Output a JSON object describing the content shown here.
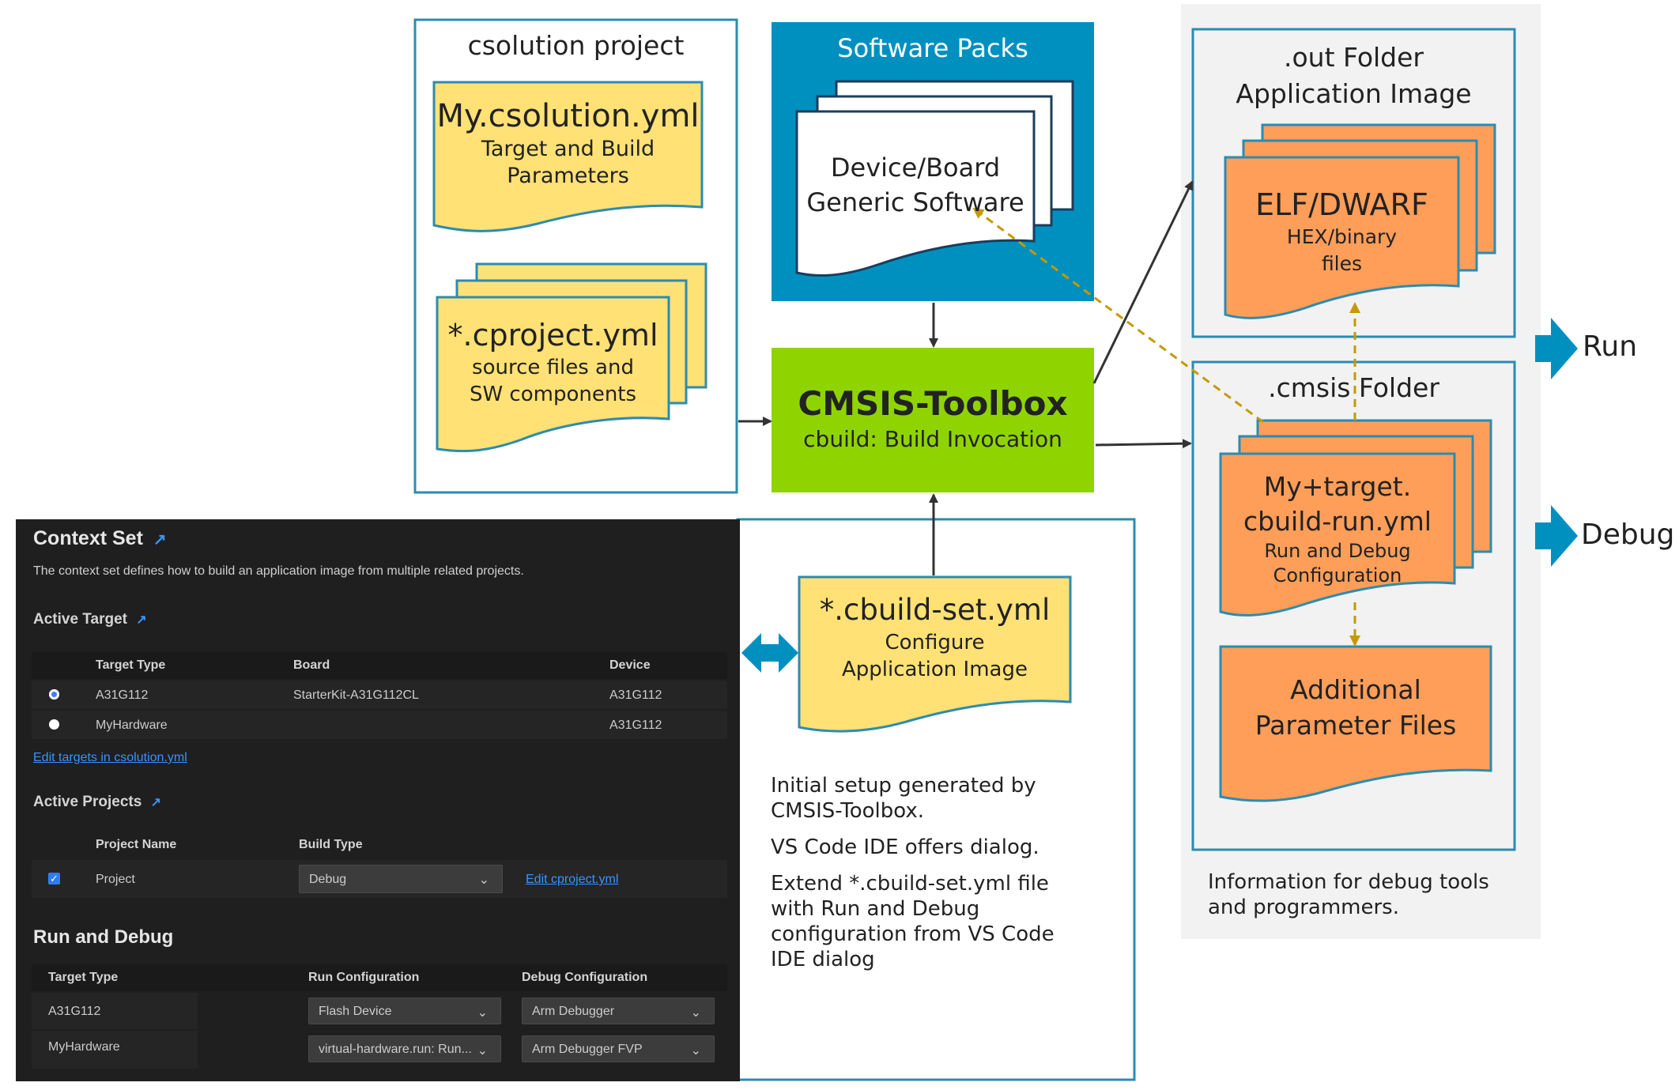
{
  "csolution": {
    "title": "csolution project",
    "doc1": {
      "title": "My.csolution.yml",
      "line1": "Target and Build",
      "line2": "Parameters"
    },
    "doc2": {
      "title": "*.cproject.yml",
      "line1": "source files and",
      "line2": "SW components"
    }
  },
  "packs": {
    "title": "Software Packs",
    "line1": "Device/Board",
    "line2": "Generic Software"
  },
  "toolbox": {
    "title": "CMSIS-Toolbox",
    "subtitle": "cbuild: Build Invocation"
  },
  "cbuildset": {
    "title": "*.cbuild-set.yml",
    "line1": "Configure",
    "line2": "Application Image"
  },
  "notes": {
    "p1": "Initial setup generated by CMSIS-Toolbox.",
    "p2": "VS Code IDE offers dialog.",
    "p3": "Extend *.cbuild-set.yml file with Run and Debug configuration from VS Code IDE dialog"
  },
  "out_folder": {
    "title1": ".out Folder",
    "title2": "Application Image",
    "doc": {
      "title": "ELF/DWARF",
      "line1": "HEX/binary",
      "line2": "files"
    }
  },
  "cmsis_folder": {
    "title": ".cmsis Folder",
    "doc1": {
      "title1": "My+target.",
      "title2": "cbuild-run.yml",
      "line1": "Run and Debug",
      "line2": "Configuration"
    },
    "doc2": {
      "line1": "Additional",
      "line2": "Parameter Files"
    }
  },
  "info": "Information for debug tools and programmers.",
  "outputs": {
    "run": "Run",
    "debug": "Debug"
  },
  "panel": {
    "title": "Context Set",
    "description": "The context set defines how to build an application image from multiple related projects.",
    "active_target": {
      "heading": "Active Target",
      "columns": [
        "Target Type",
        "Board",
        "Device"
      ],
      "rows": [
        {
          "type": "A31G112",
          "board": "StarterKit-A31G112CL",
          "device": "A31G112",
          "selected": true
        },
        {
          "type": "MyHardware",
          "board": "",
          "device": "A31G112",
          "selected": false
        }
      ],
      "edit_link": "Edit targets in csolution.yml"
    },
    "active_projects": {
      "heading": "Active Projects",
      "columns": [
        "Project Name",
        "Build Type"
      ],
      "rows": [
        {
          "name": "Project",
          "build_type": "Debug",
          "checked": true
        }
      ],
      "edit_link": "Edit cproject.yml"
    },
    "run_debug": {
      "heading": "Run and Debug",
      "columns": [
        "Target Type",
        "Run Configuration",
        "Debug Configuration"
      ],
      "rows": [
        {
          "type": "A31G112",
          "run": "Flash Device",
          "debug": "Arm Debugger"
        },
        {
          "type": "MyHardware",
          "run": "virtual-hardware.run: Run...",
          "debug": "Arm Debugger FVP"
        }
      ]
    }
  },
  "colors": {
    "yellow": "#ffe175",
    "teal_border": "#2b8cb0",
    "packs_blue": "#0090bf",
    "toolbox_green": "#8fd400",
    "orange": "#ff9e59",
    "folder_gray": "#f2f2f2",
    "dashed_arrow": "#c49a00",
    "panel_dark": "#1f1f1f"
  }
}
